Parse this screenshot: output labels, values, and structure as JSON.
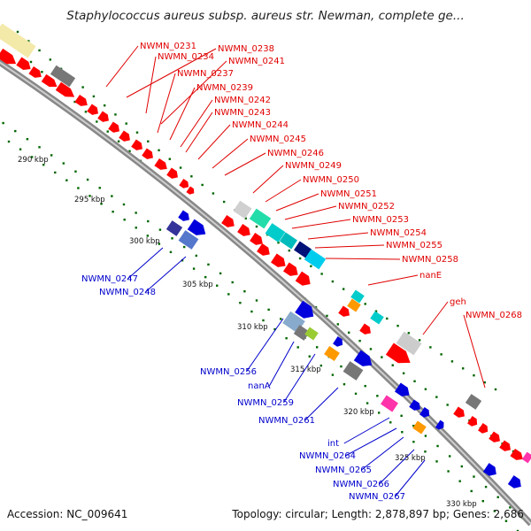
{
  "title": "Staphylococcus aureus subsp. aureus str. Newman, complete ge...",
  "footer": {
    "accession": "Accession: NC_009641",
    "summary": "Topology: circular; Length: 2,878,897 bp; Genes: 2,686"
  },
  "colors": {
    "forward_label": "#e00000",
    "reverse_label": "#0000cc",
    "backbone": "#888888",
    "tick": "#006600"
  },
  "scale_labels": [
    "290 kbp",
    "295 kbp",
    "300 kbp",
    "305 kbp",
    "310 kbp",
    "315 kbp",
    "320 kbp",
    "325 kbp",
    "330 kbp"
  ],
  "forward_labels": [
    "NWMN_0231",
    "NWMN_0238",
    "NWMN_0234",
    "NWMN_0241",
    "NWMN_0237",
    "NWMN_0239",
    "NWMN_0242",
    "NWMN_0243",
    "NWMN_0244",
    "NWMN_0245",
    "NWMN_0246",
    "NWMN_0249",
    "NWMN_0250",
    "NWMN_0251",
    "NWMN_0252",
    "NWMN_0253",
    "NWMN_0254",
    "NWMN_0255",
    "NWMN_0258",
    "nanE",
    "geh",
    "NWMN_0268"
  ],
  "reverse_labels": [
    "NWMN_0247",
    "NWMN_0248",
    "NWMN_0256",
    "nanA",
    "NWMN_0259",
    "NWMN_0261",
    "int",
    "NWMN_0264",
    "NWMN_0265",
    "NWMN_0266",
    "NWMN_0267"
  ]
}
